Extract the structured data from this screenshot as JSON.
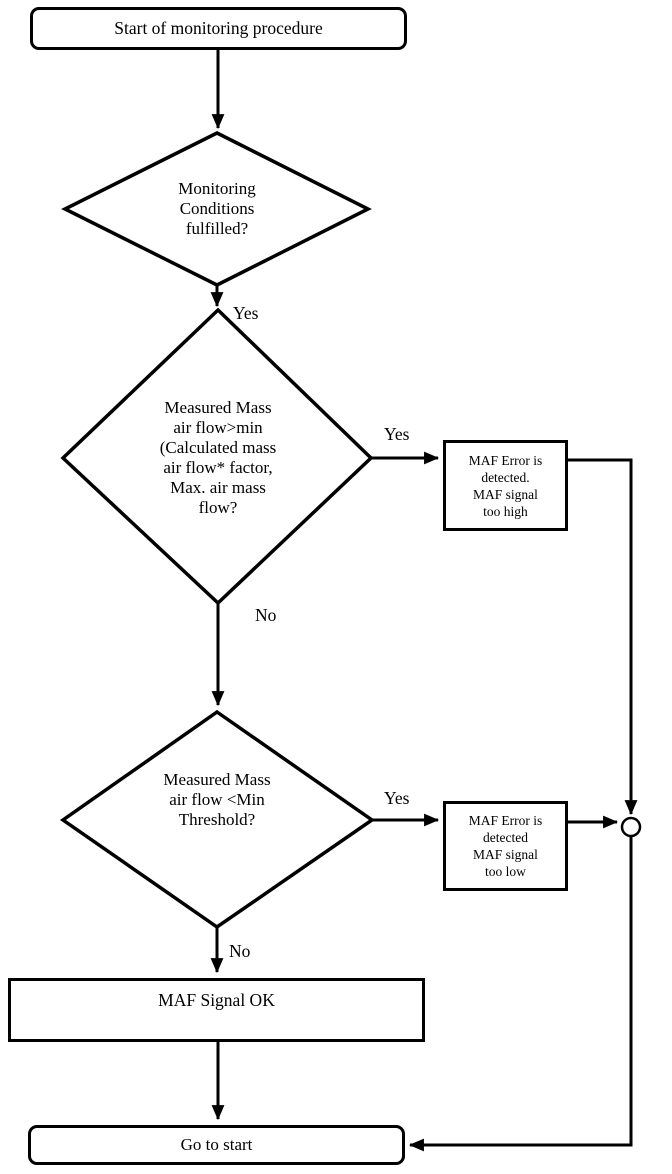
{
  "flowchart": {
    "nodes": {
      "start": "Start of monitoring procedure",
      "decision_monitoring": "Monitoring\nConditions\nfulfilled?",
      "decision_high": "Measured Mass\nair flow>min\n(Calculated mass\nair flow* factor,\nMax. air mass\nflow?",
      "decision_low": "Measured Mass\nair flow <Min\nThreshold?",
      "error_high": "MAF Error is\ndetected.\nMAF signal\ntoo high",
      "error_low": "MAF Error is\ndetected\nMAF signal\ntoo low",
      "signal_ok": "MAF Signal OK",
      "goto_start": "Go to start"
    },
    "edge_labels": {
      "yes_monitoring": "Yes",
      "yes_high": "Yes",
      "no_high": "No",
      "yes_low": "Yes",
      "no_low": "No"
    },
    "colors": {
      "line": "#000000",
      "fill": "#ffffff"
    }
  }
}
